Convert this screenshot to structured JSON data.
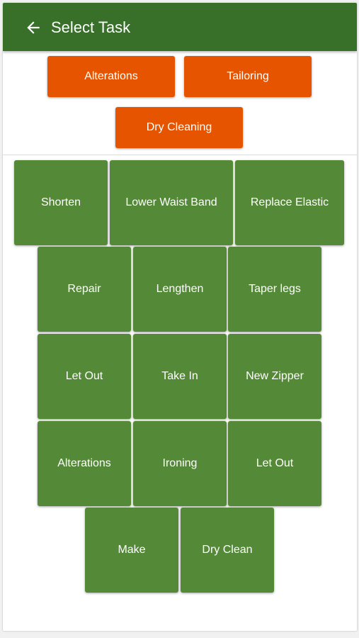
{
  "appbar": {
    "title": "Select Task",
    "back_icon": "arrow-left-icon"
  },
  "categories": [
    {
      "label": "Alterations"
    },
    {
      "label": "Tailoring"
    },
    {
      "label": "Dry Cleaning"
    }
  ],
  "tasks": [
    {
      "label": "Shorten"
    },
    {
      "label": "Lower Waist Band"
    },
    {
      "label": "Replace Elastic"
    },
    {
      "label": "Repair"
    },
    {
      "label": "Lengthen"
    },
    {
      "label": "Taper legs"
    },
    {
      "label": "Let Out"
    },
    {
      "label": "Take In"
    },
    {
      "label": "New Zipper"
    },
    {
      "label": "Alterations"
    },
    {
      "label": "Ironing"
    },
    {
      "label": "Let Out"
    },
    {
      "label": "Make"
    },
    {
      "label": "Dry Clean"
    }
  ],
  "colors": {
    "appbar": "#38702a",
    "category_button": "#e65400",
    "task_button": "#548a37"
  }
}
